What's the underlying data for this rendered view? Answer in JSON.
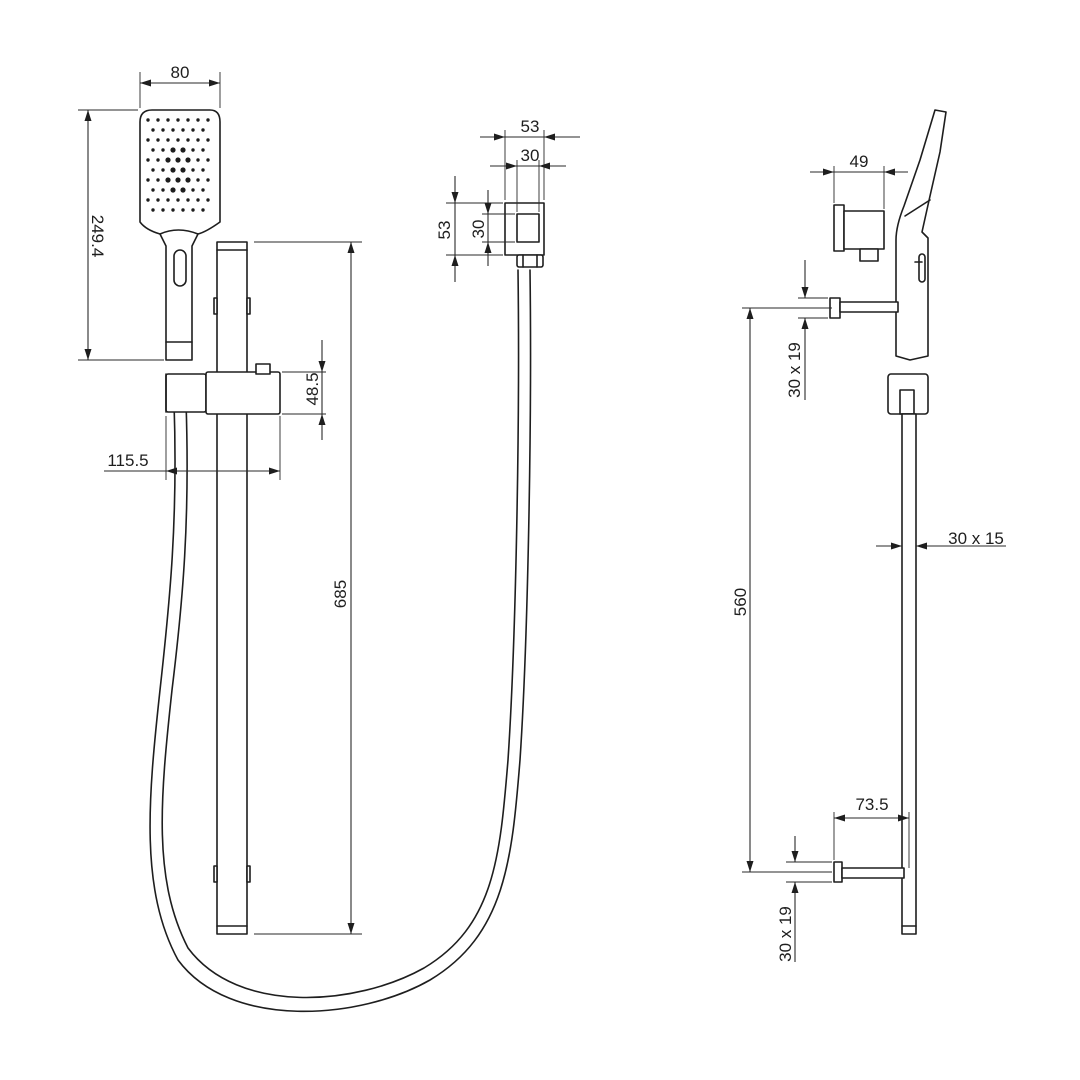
{
  "drawing": {
    "line_color": "#1e1e1e",
    "background": "#ffffff",
    "front_view": {
      "handset_width": "80",
      "handset_length": "249.4",
      "holder_height": "48.5",
      "holder_projection": "115.5",
      "rail_length": "685"
    },
    "wall_outlet": {
      "outer_width": "53",
      "inner_width": "30",
      "outer_height": "53",
      "inner_height": "30"
    },
    "side_view": {
      "outlet_projection": "49",
      "top_bracket_section": "30 x 19",
      "rail_section": "30 x 15",
      "bracket_spacing": "560",
      "bottom_bracket_projection": "73.5",
      "bottom_bracket_section": "30 x 19"
    }
  }
}
